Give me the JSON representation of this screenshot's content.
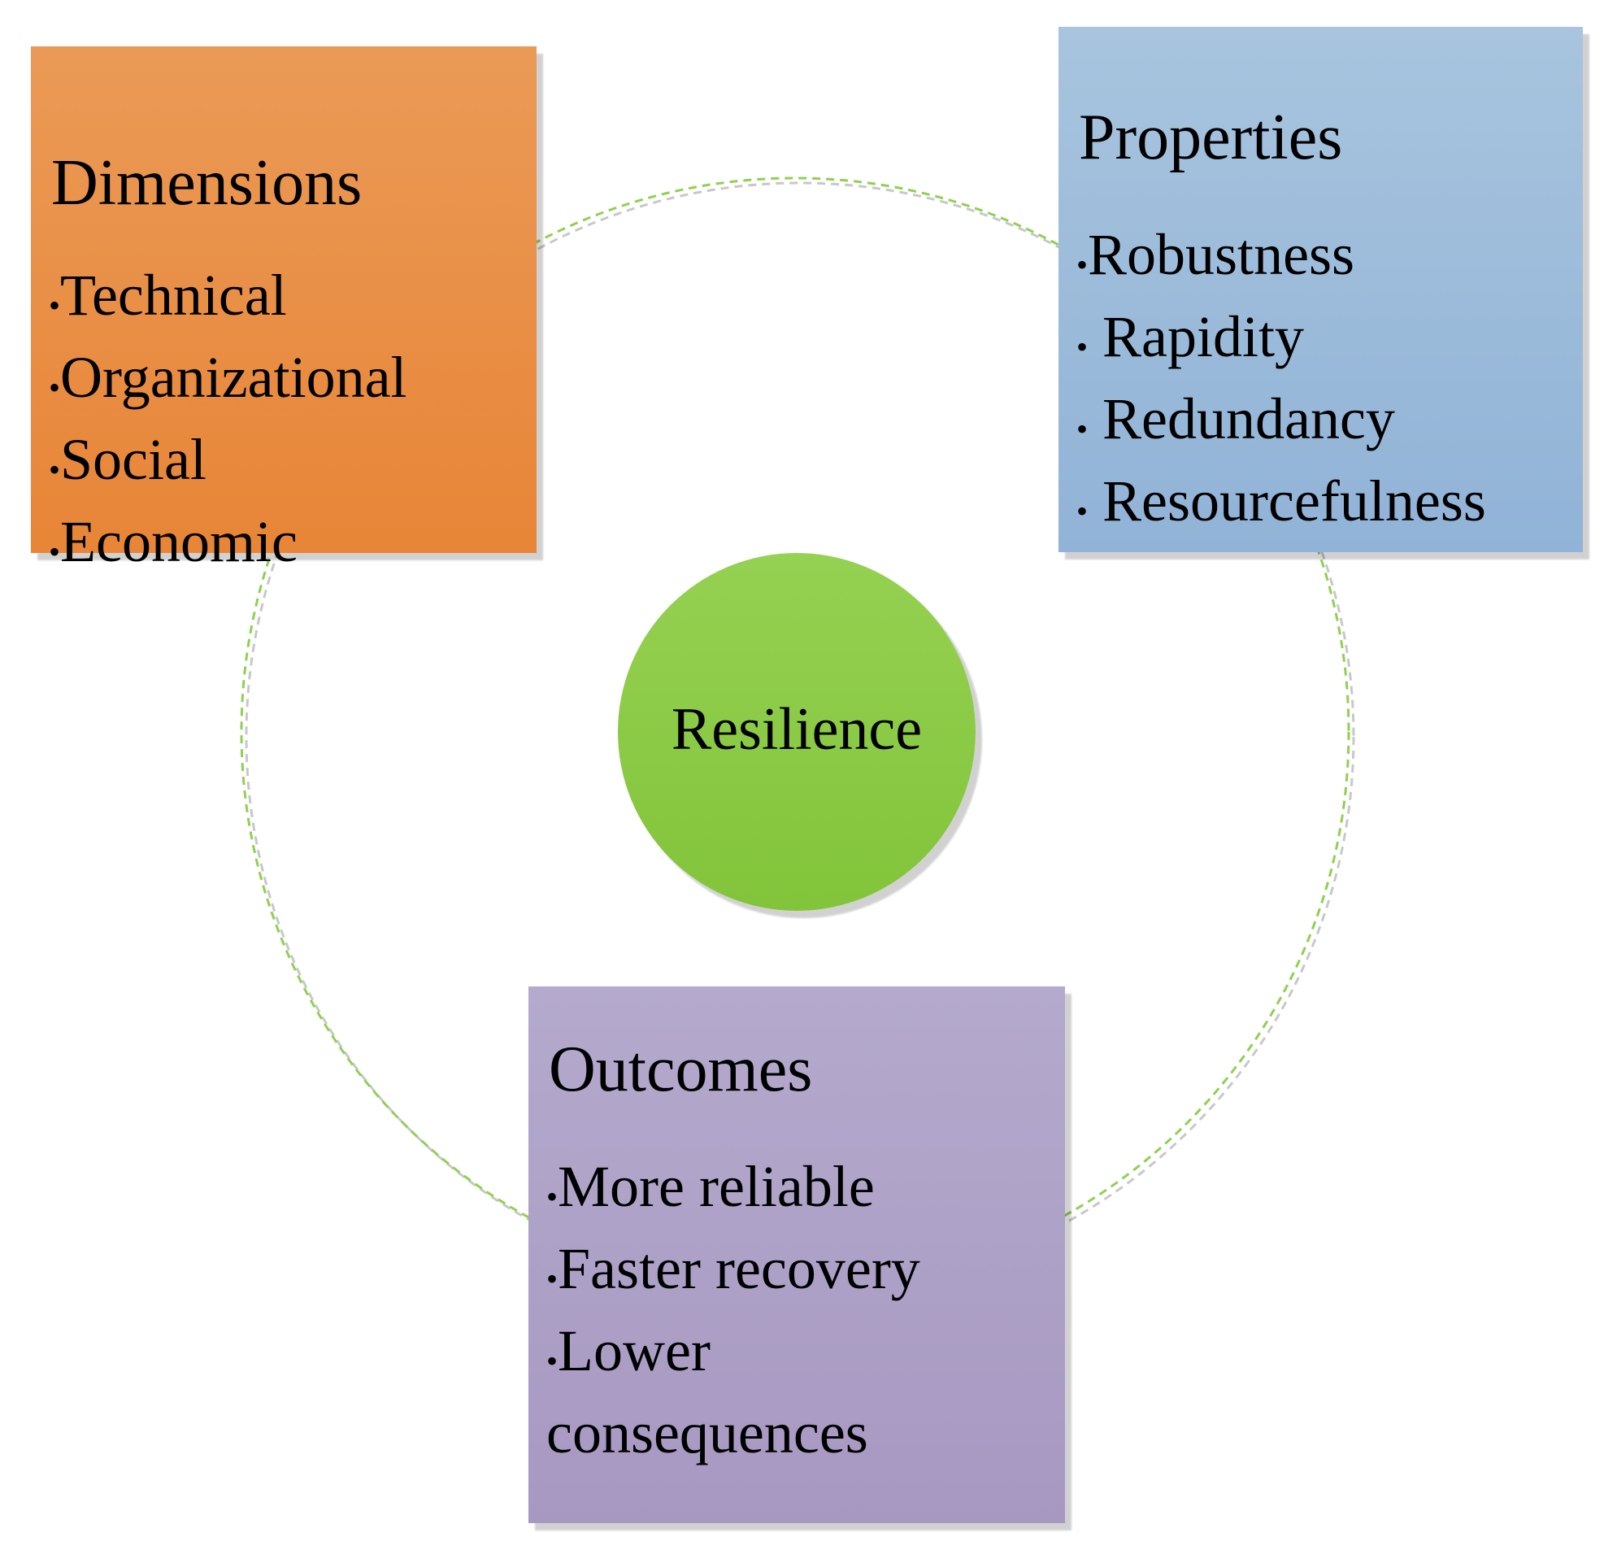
{
  "center": {
    "label": "Resilience"
  },
  "dimensions": {
    "title": "Dimensions",
    "items": [
      "Technical",
      "Organizational",
      "Social",
      "Economic"
    ]
  },
  "properties": {
    "title": "Properties",
    "items": [
      "Robustness",
      "Rapidity",
      "Redundancy",
      "Resourcefulness"
    ]
  },
  "outcomes": {
    "title": "Outcomes",
    "items": [
      "More reliable",
      "Faster recovery",
      "Lower",
      "consequences"
    ]
  },
  "colors": {
    "dimensions": "#e88c45",
    "properties": "#9bbbdb",
    "outcomes": "#ada0c6",
    "center": "#8bc943",
    "connector": "#8fd14f"
  }
}
